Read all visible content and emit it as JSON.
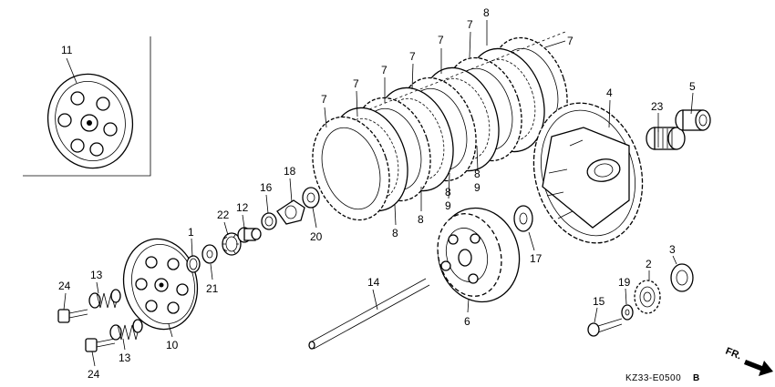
{
  "diagram": {
    "callouts": {
      "c1": "1",
      "c2": "2",
      "c3": "3",
      "c4": "4",
      "c5": "5",
      "c6": "6",
      "c7a": "7",
      "c7b": "7",
      "c7c": "7",
      "c7d": "7",
      "c7e": "7",
      "c7f": "7",
      "c7g": "7",
      "c8a": "8",
      "c8b": "8",
      "c8c": "8",
      "c8d": "8",
      "c8e": "8",
      "c9a": "9",
      "c9b": "9",
      "c10": "10",
      "c11": "11",
      "c12": "12",
      "c13a": "13",
      "c13b": "13",
      "c14": "14",
      "c15": "15",
      "c16": "16",
      "c17": "17",
      "c18": "18",
      "c19": "19",
      "c20": "20",
      "c21": "21",
      "c22": "22",
      "c23": "23",
      "c24a": "24",
      "c24b": "24"
    },
    "direction_label": "FR.",
    "diagram_code": "KZ33-E0500",
    "diagram_code_suffix": "B"
  }
}
